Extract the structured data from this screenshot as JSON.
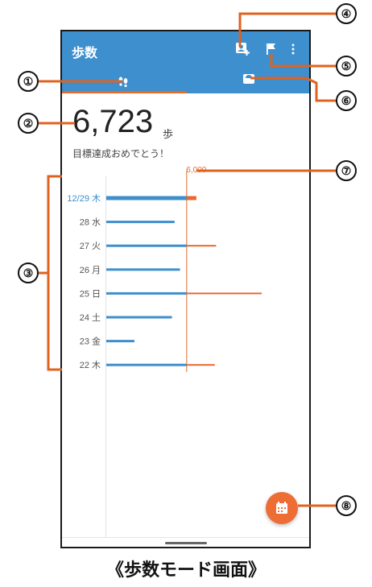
{
  "appbar": {
    "title": "歩数"
  },
  "tabs": [
    {
      "name": "steps"
    },
    {
      "name": "weight"
    }
  ],
  "summary": {
    "steps": "6,723",
    "unit": "歩",
    "message": "目標達成おめでとう！"
  },
  "chart_data": {
    "type": "bar",
    "categories": [
      "12/29 木",
      "28 水",
      "27 火",
      "26 月",
      "25 日",
      "24 土",
      "23 金",
      "22 木"
    ],
    "values": [
      6723,
      5100,
      8200,
      5500,
      11600,
      4900,
      2100,
      8100
    ],
    "goal": 6000,
    "goal_label": "6,000",
    "xlim": [
      0,
      11600
    ]
  },
  "callouts": [
    "④",
    "⑤",
    "①",
    "⑥",
    "②",
    "⑦",
    "③",
    "⑧"
  ],
  "caption": "《歩数モード画面》",
  "colors": {
    "primary": "#3d8fce",
    "accent": "#e8692a",
    "fab": "#ee6d34"
  },
  "icons": {
    "add_person": "person-add-icon",
    "flag": "flag-icon",
    "more": "more-vert-icon",
    "steps": "footprints-icon",
    "scale": "scale-icon",
    "calendar": "calendar-icon"
  }
}
